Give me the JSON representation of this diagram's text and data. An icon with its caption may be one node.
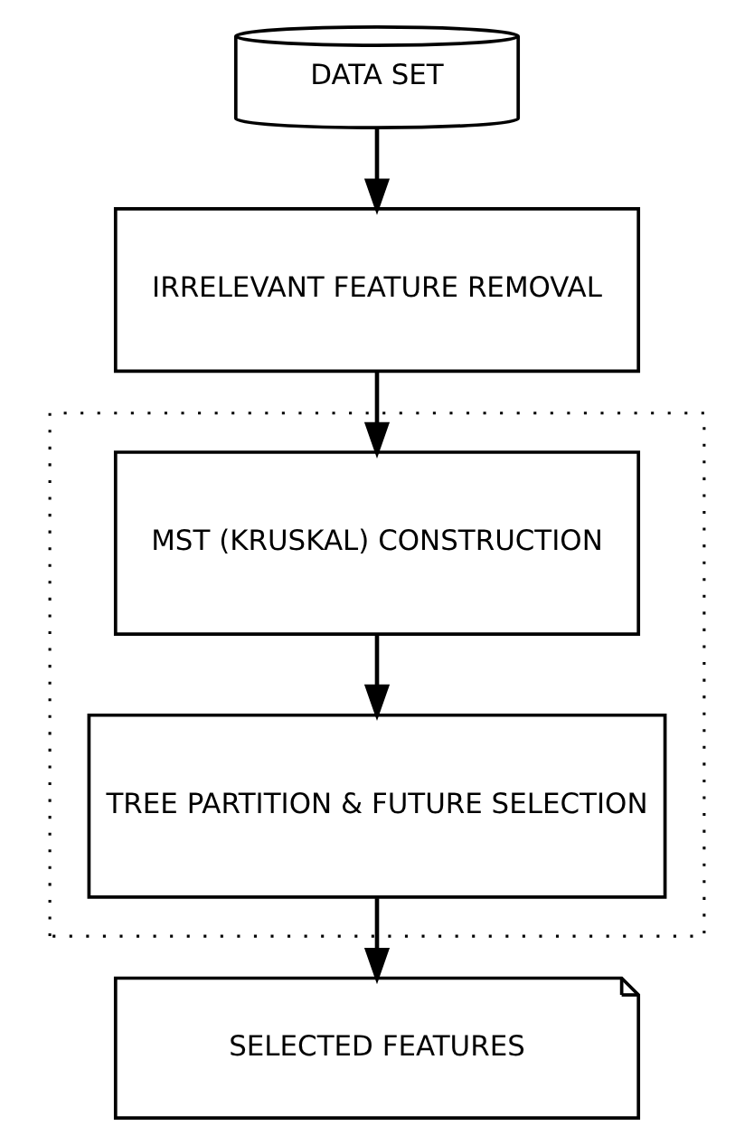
{
  "diagram": {
    "nodes": [
      {
        "text": [
          "DATA SET"
        ]
      },
      {
        "text": [
          "IRRELEVANT FEATURE REMOVAL"
        ]
      },
      {
        "text": [],
        "shape": "box"
      },
      {
        "text": [
          "MST (KRUSKAL) CONSTRUCTION"
        ],
        "in": 2
      },
      {
        "text": [
          "TREE PARTITION & FUTURE SELECTION"
        ],
        "in": 2
      },
      {
        "text": [
          "SELECTED FEATURES"
        ]
      }
    ],
    "edges": [
      {
        "from": 0,
        "to": 1,
        "arrow": "to"
      },
      {
        "from": 1,
        "to": 3,
        "arrow": "to"
      },
      {
        "from": 3,
        "to": 4,
        "arrow": "to"
      },
      {
        "from": 4,
        "to": 5,
        "arrow": "to"
      }
    ]
  }
}
